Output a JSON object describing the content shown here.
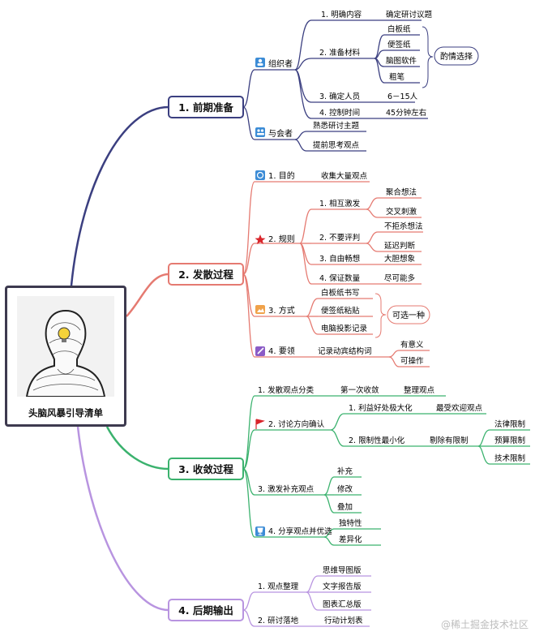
{
  "root": {
    "title": "头脑风暴引导清单",
    "image": "person-lightbulb-sketch"
  },
  "colors": {
    "blue": "#3b3f80",
    "red": "#e57a71",
    "green": "#3bb26e",
    "purple": "#b894e0",
    "tag_blue": "#3c8cd6"
  },
  "sections": [
    {
      "title": "1. 前期准备",
      "children": [
        {
          "label": "组织者",
          "icon": "people-icon",
          "children": [
            {
              "label": "1. 明确内容",
              "value": "确定研讨议题"
            },
            {
              "label": "2. 准备材料",
              "items": [
                "白板纸",
                "便签纸",
                "脑图软件",
                "粗笔"
              ],
              "group": "酌情选择"
            },
            {
              "label": "3. 确定人员",
              "value": "6－15人"
            },
            {
              "label": "4. 控制时间",
              "value": "45分钟左右"
            }
          ]
        },
        {
          "label": "与会者",
          "icon": "group-icon",
          "items": [
            "熟悉研讨主题",
            "提前思考观点"
          ]
        }
      ]
    },
    {
      "title": "2. 发散过程",
      "children": [
        {
          "label": "1. 目的",
          "icon": "target-icon",
          "value": "收集大量观点"
        },
        {
          "label": "2. 规则",
          "icon": "star-icon",
          "children": [
            {
              "label": "1. 相互激发",
              "items": [
                "聚合想法",
                "交叉刺激"
              ]
            },
            {
              "label": "2. 不要评判",
              "items": [
                "不拒杀想法",
                "延迟判断"
              ]
            },
            {
              "label": "3. 自由畅想",
              "value": "大胆想象"
            },
            {
              "label": "4. 保证数量",
              "value": "尽可能多"
            }
          ]
        },
        {
          "label": "3. 方式",
          "icon": "image-icon",
          "items": [
            "白板纸书写",
            "便签纸粘贴",
            "电脑投影记录"
          ],
          "group": "可选一种"
        },
        {
          "label": "4. 要领",
          "icon": "pen-icon",
          "value": "记录动宾结构词",
          "items": [
            "有意义",
            "可操作"
          ]
        }
      ]
    },
    {
      "title": "3. 收敛过程",
      "children": [
        {
          "label": "1. 发散观点分类",
          "value": "第一次收敛",
          "value2": "整理观点"
        },
        {
          "label": "2. 讨论方向确认",
          "icon": "flag-icon",
          "children": [
            {
              "label": "1. 利益好处极大化",
              "value": "最受欢迎观点"
            },
            {
              "label": "2. 限制性最小化",
              "value": "剔除有限制",
              "items": [
                "法律限制",
                "预算限制",
                "技术限制"
              ]
            }
          ]
        },
        {
          "label": "3. 激发补充观点",
          "items": [
            "补充",
            "修改",
            "叠加"
          ]
        },
        {
          "label": "4. 分享观点并优选",
          "icon": "trophy-icon",
          "items": [
            "独特性",
            "差异化"
          ]
        }
      ]
    },
    {
      "title": "4. 后期输出",
      "children": [
        {
          "label": "1. 观点整理",
          "items": [
            "思维导图版",
            "文字报告版",
            "图表汇总版"
          ]
        },
        {
          "label": "2. 研讨落地",
          "value": "行动计划表"
        }
      ]
    }
  ],
  "watermark": "@稀土掘金技术社区"
}
